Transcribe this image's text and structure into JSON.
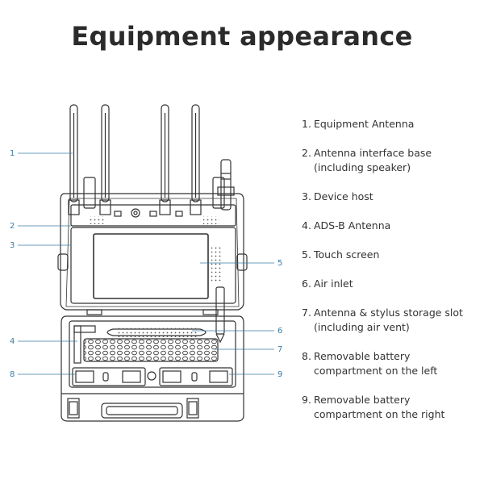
{
  "title": "Equipment appearance",
  "colors": {
    "callout": "#3a7ca5",
    "outline": "#333333"
  },
  "callouts": [
    "1",
    "2",
    "3",
    "4",
    "5",
    "6",
    "7",
    "8",
    "9"
  ],
  "legend": [
    {
      "num": "1.",
      "text": "Equipment Antenna"
    },
    {
      "num": "2.",
      "text": "Antenna interface base (including speaker)"
    },
    {
      "num": "3.",
      "text": "Device host"
    },
    {
      "num": "4.",
      "text": "ADS-B Antenna"
    },
    {
      "num": "5.",
      "text": "Touch screen"
    },
    {
      "num": "6.",
      "text": "Air inlet"
    },
    {
      "num": "7.",
      "text": "Antenna & stylus storage slot (including air vent)"
    },
    {
      "num": "8.",
      "text": "Removable battery compartment on the left"
    },
    {
      "num": "9.",
      "text": "Removable battery compartment on the right"
    }
  ]
}
